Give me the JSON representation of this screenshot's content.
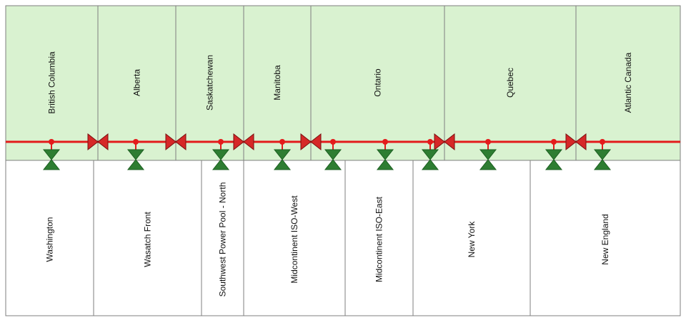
{
  "colors": {
    "canada_fill": "#d9f2d0",
    "us_fill": "#ffffff",
    "border": "#7f7f7f",
    "line": "#e31b1b",
    "interface": "#d62828",
    "interface_outline": "#7a1010",
    "valve": "#2e7d32",
    "valve_outline": "#1b5e20"
  },
  "canada_regions": [
    {
      "name": "British Columbia"
    },
    {
      "name": "Alberta"
    },
    {
      "name": "Saskatchewan"
    },
    {
      "name": "Manitoba"
    },
    {
      "name": "Ontario"
    },
    {
      "name": "Quebec"
    },
    {
      "name": "Atlantic Canada"
    }
  ],
  "us_regions": [
    {
      "name": "Washington"
    },
    {
      "name": "Wasatch Front"
    },
    {
      "name": "Southwest Power Pool - North"
    },
    {
      "name": "Midcontinent  ISO-West"
    },
    {
      "name": "Midcontinent ISO-East"
    },
    {
      "name": "New York"
    },
    {
      "name": "New England"
    }
  ]
}
